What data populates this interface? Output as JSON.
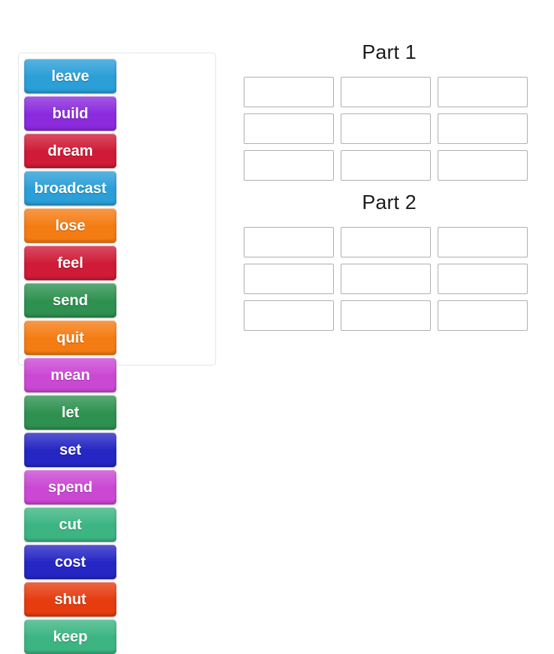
{
  "activity": {
    "type": "word-sort-drag-and-drop"
  },
  "tray": {
    "name": "word-tile-tray",
    "tiles": [
      {
        "label": "leave",
        "color": "#2a9fd8"
      },
      {
        "label": "build",
        "color": "#8b2bdd"
      },
      {
        "label": "dream",
        "color": "#cf1b37"
      },
      {
        "label": "broadcast",
        "color": "#2a9fd8"
      },
      {
        "label": "lose",
        "color": "#f57c13"
      },
      {
        "label": "feel",
        "color": "#cf1b37"
      },
      {
        "label": "send",
        "color": "#2e9150"
      },
      {
        "label": "quit",
        "color": "#f57c13"
      },
      {
        "label": "mean",
        "color": "#cb48d4"
      },
      {
        "label": "let",
        "color": "#2e9150"
      },
      {
        "label": "set",
        "color": "#2626c4"
      },
      {
        "label": "spend",
        "color": "#cb48d4"
      },
      {
        "label": "cut",
        "color": "#3cb583"
      },
      {
        "label": "cost",
        "color": "#2626c4"
      },
      {
        "label": "shut",
        "color": "#e63c0f"
      },
      {
        "label": "keep",
        "color": "#3cb583"
      }
    ]
  },
  "sort_panel": {
    "groups": [
      {
        "title": "Part 1",
        "slots": [
          "",
          "",
          "",
          "",
          "",
          "",
          "",
          "",
          ""
        ]
      },
      {
        "title": "Part 2",
        "slots": [
          "",
          "",
          "",
          "",
          "",
          "",
          "",
          "",
          ""
        ]
      }
    ]
  },
  "colors": {
    "page_background": "#ffffff",
    "tray_border": "#dfe3e8",
    "slot_border": "#a9a9a9",
    "title_text": "#1c1c1c",
    "tile_text": "#ffffff"
  }
}
